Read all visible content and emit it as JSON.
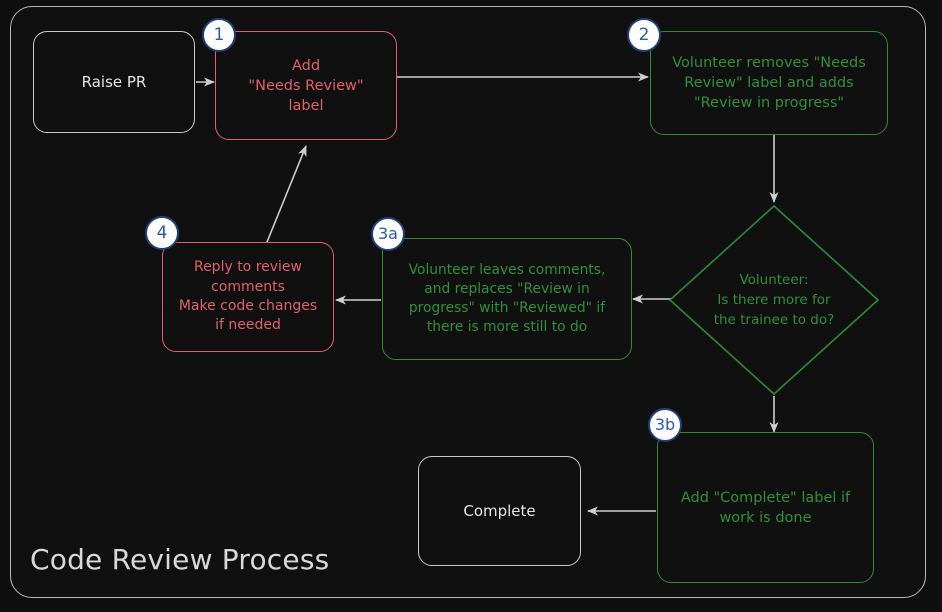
{
  "diagram": {
    "title": "Code Review Process",
    "type": "flowchart",
    "theme": {
      "background": "#0f0f0f",
      "frame_border": "#b9b9b9",
      "neutral": "#c9c9c9",
      "neutral_text": "#e4e4e4",
      "red": "#e0616c",
      "green_border": "#2f8a36",
      "green_text": "#31903a",
      "edge": "#cfcfcf",
      "badge_fill": "#fdfdfd",
      "badge_border": "#20407a",
      "badge_text": "#2b5ca8"
    }
  },
  "nodes": [
    {
      "id": "raise-pr",
      "shape": "rounded-rect",
      "style": "plain",
      "badge": null,
      "label": "Raise PR"
    },
    {
      "id": "add-needs-review-label",
      "shape": "rounded-rect",
      "style": "red",
      "badge": "1",
      "label": "Add\n\"Needs Review\"\nlabel"
    },
    {
      "id": "volunteer-removes-label",
      "shape": "rounded-rect",
      "style": "green",
      "badge": "2",
      "label": "Volunteer removes \"Needs\nReview\" label and adds\n\"Review in progress\""
    },
    {
      "id": "decision-more-work",
      "shape": "diamond",
      "style": "green",
      "badge": null,
      "label": "Volunteer:\nIs there more for\nthe trainee to do?"
    },
    {
      "id": "volunteer-leaves-comments",
      "shape": "rounded-rect",
      "style": "green",
      "badge": "3a",
      "label": "Volunteer leaves comments,\nand replaces \"Review in\nprogress\" with \"Reviewed\" if\nthere is more still to do"
    },
    {
      "id": "reply-to-review-comments",
      "shape": "rounded-rect",
      "style": "red",
      "badge": "4",
      "label": "Reply to review\ncomments\nMake code changes\nif needed"
    },
    {
      "id": "add-complete-label",
      "shape": "rounded-rect",
      "style": "green",
      "badge": "3b",
      "label": "Add \"Complete\" label if\nwork is done"
    },
    {
      "id": "complete",
      "shape": "rounded-rect",
      "style": "plain",
      "badge": null,
      "label": "Complete"
    }
  ],
  "edges": [
    {
      "from": "raise-pr",
      "to": "add-needs-review-label",
      "label": ""
    },
    {
      "from": "add-needs-review-label",
      "to": "volunteer-removes-label",
      "label": ""
    },
    {
      "from": "volunteer-removes-label",
      "to": "decision-more-work",
      "label": ""
    },
    {
      "from": "decision-more-work",
      "to": "volunteer-leaves-comments",
      "label": ""
    },
    {
      "from": "decision-more-work",
      "to": "add-complete-label",
      "label": ""
    },
    {
      "from": "volunteer-leaves-comments",
      "to": "reply-to-review-comments",
      "label": ""
    },
    {
      "from": "reply-to-review-comments",
      "to": "add-needs-review-label",
      "label": ""
    },
    {
      "from": "add-complete-label",
      "to": "complete",
      "label": ""
    }
  ]
}
